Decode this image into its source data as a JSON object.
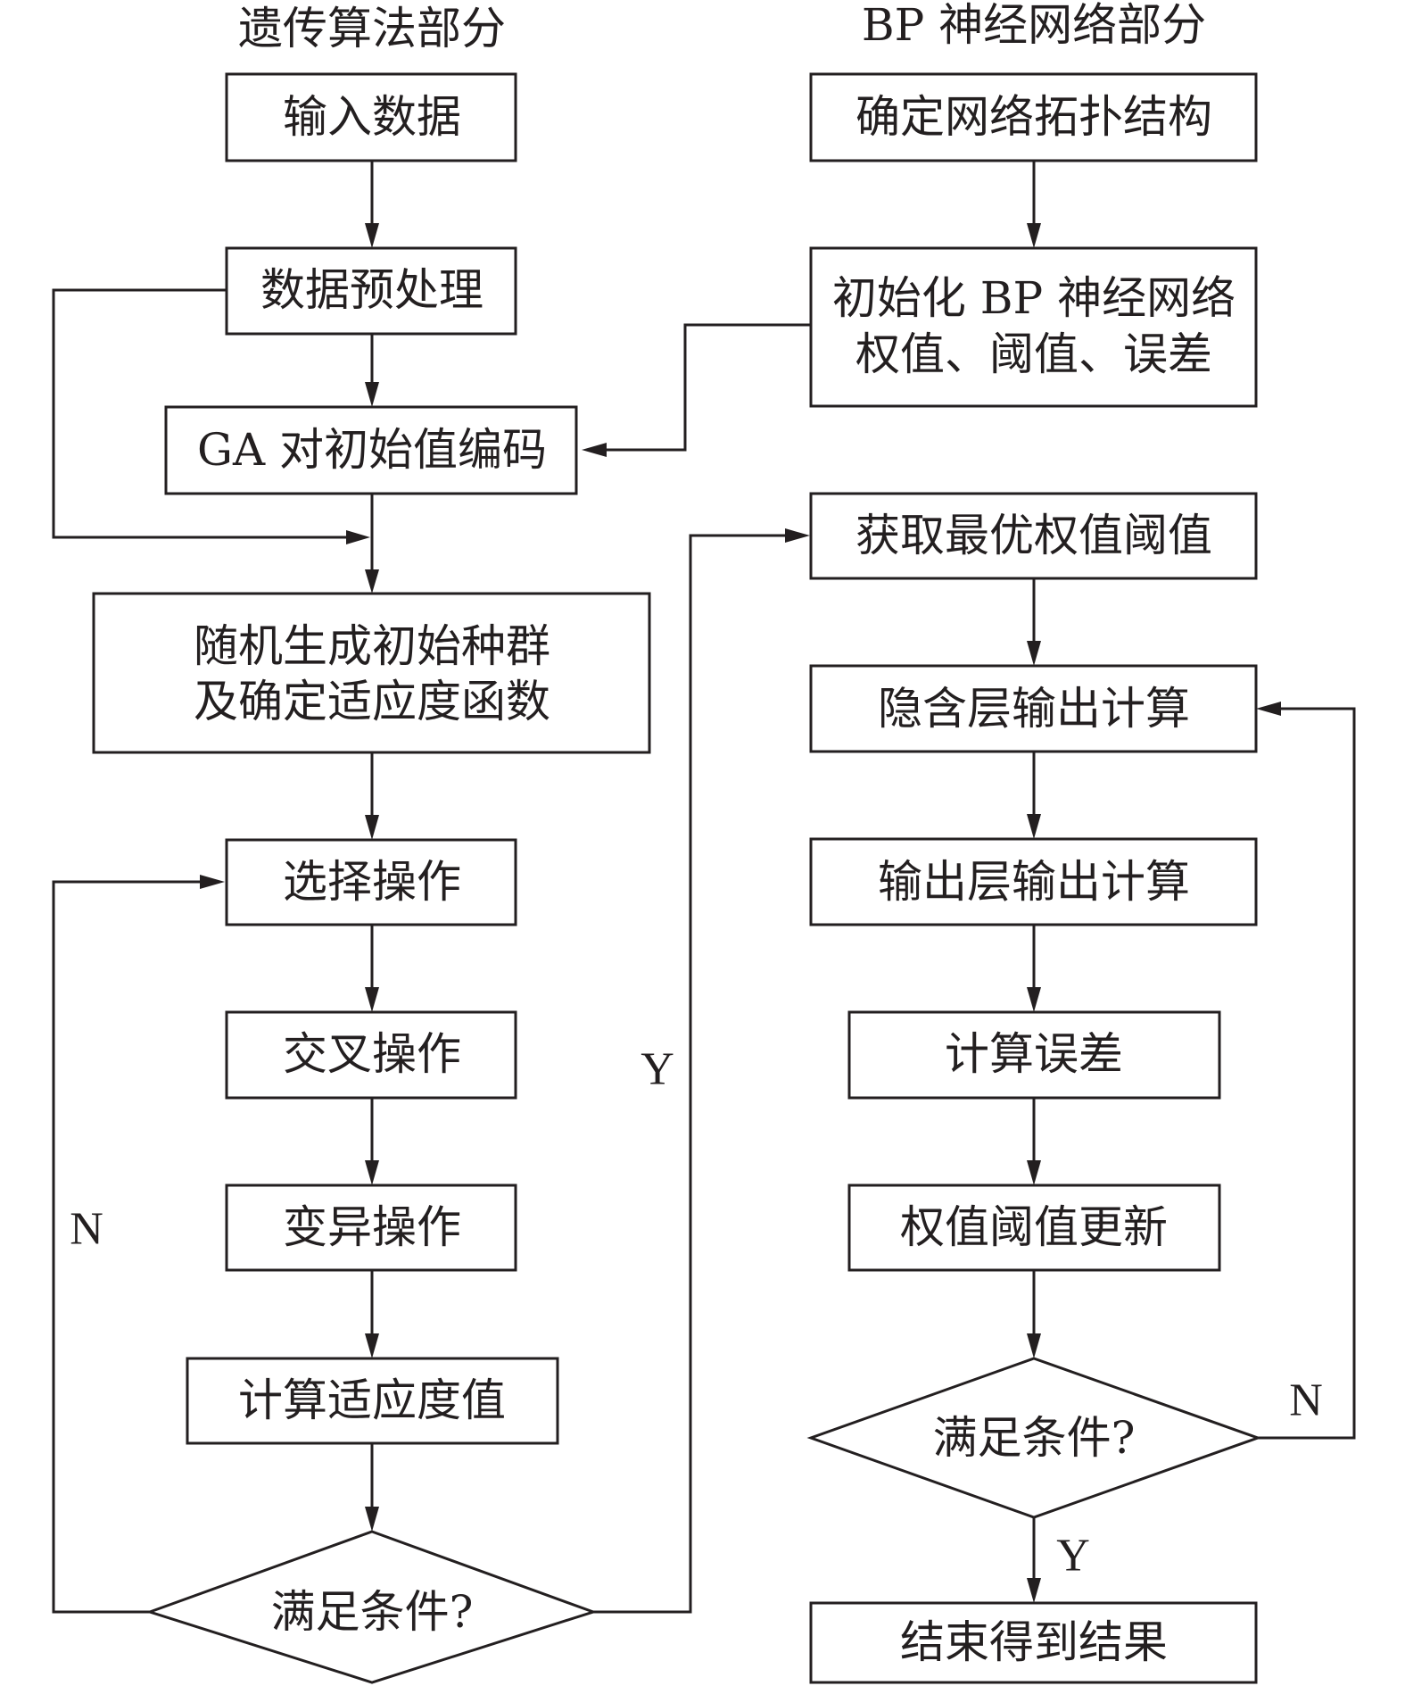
{
  "diagram": {
    "type": "flowchart",
    "sections": {
      "left_title": "遗传算法部分",
      "right_title": "BP 神经网络部分"
    },
    "left_nodes": [
      {
        "id": "input-data",
        "kind": "process",
        "lines": [
          "输入数据"
        ]
      },
      {
        "id": "preprocess",
        "kind": "process",
        "lines": [
          "数据预处理"
        ]
      },
      {
        "id": "ga-encode",
        "kind": "process",
        "lines": [
          "GA 对初始值编码"
        ]
      },
      {
        "id": "init-population",
        "kind": "process",
        "lines": [
          "随机生成初始种群",
          "及确定适应度函数"
        ]
      },
      {
        "id": "selection",
        "kind": "process",
        "lines": [
          "选择操作"
        ]
      },
      {
        "id": "crossover",
        "kind": "process",
        "lines": [
          "交叉操作"
        ]
      },
      {
        "id": "mutation",
        "kind": "process",
        "lines": [
          "变异操作"
        ]
      },
      {
        "id": "fitness",
        "kind": "process",
        "lines": [
          "计算适应度值"
        ]
      },
      {
        "id": "ga-condition",
        "kind": "decision",
        "lines": [
          "满足条件?"
        ]
      }
    ],
    "right_nodes": [
      {
        "id": "topology",
        "kind": "process",
        "lines": [
          "确定网络拓扑结构"
        ]
      },
      {
        "id": "init-bp",
        "kind": "process",
        "lines": [
          "初始化 BP 神经网络",
          "权值、阈值、误差"
        ]
      },
      {
        "id": "optimal-weights",
        "kind": "process",
        "lines": [
          "获取最优权值阈值"
        ]
      },
      {
        "id": "hidden-output",
        "kind": "process",
        "lines": [
          "隐含层输出计算"
        ]
      },
      {
        "id": "output-layer",
        "kind": "process",
        "lines": [
          "输出层输出计算"
        ]
      },
      {
        "id": "calc-error",
        "kind": "process",
        "lines": [
          "计算误差"
        ]
      },
      {
        "id": "update-weights",
        "kind": "process",
        "lines": [
          "权值阈值更新"
        ]
      },
      {
        "id": "bp-condition",
        "kind": "decision",
        "lines": [
          "满足条件?"
        ]
      },
      {
        "id": "end-result",
        "kind": "process",
        "lines": [
          "结束得到结果"
        ]
      }
    ],
    "edge_labels": {
      "ga_yes": "Y",
      "ga_no": "N",
      "bp_yes": "Y",
      "bp_no": "N"
    },
    "edges": [
      {
        "from": "input-data",
        "to": "preprocess"
      },
      {
        "from": "preprocess",
        "to": "ga-encode"
      },
      {
        "from": "preprocess",
        "to": "init-population"
      },
      {
        "from": "ga-encode",
        "to": "init-population"
      },
      {
        "from": "init-bp",
        "to": "ga-encode"
      },
      {
        "from": "init-population",
        "to": "selection"
      },
      {
        "from": "selection",
        "to": "crossover"
      },
      {
        "from": "crossover",
        "to": "mutation"
      },
      {
        "from": "mutation",
        "to": "fitness"
      },
      {
        "from": "fitness",
        "to": "ga-condition"
      },
      {
        "from": "ga-condition",
        "to": "selection",
        "label": "N"
      },
      {
        "from": "ga-condition",
        "to": "optimal-weights",
        "label": "Y"
      },
      {
        "from": "topology",
        "to": "init-bp"
      },
      {
        "from": "optimal-weights",
        "to": "hidden-output"
      },
      {
        "from": "hidden-output",
        "to": "output-layer"
      },
      {
        "from": "output-layer",
        "to": "calc-error"
      },
      {
        "from": "calc-error",
        "to": "update-weights"
      },
      {
        "from": "update-weights",
        "to": "bp-condition"
      },
      {
        "from": "bp-condition",
        "to": "hidden-output",
        "label": "N"
      },
      {
        "from": "bp-condition",
        "to": "end-result",
        "label": "Y"
      }
    ]
  }
}
